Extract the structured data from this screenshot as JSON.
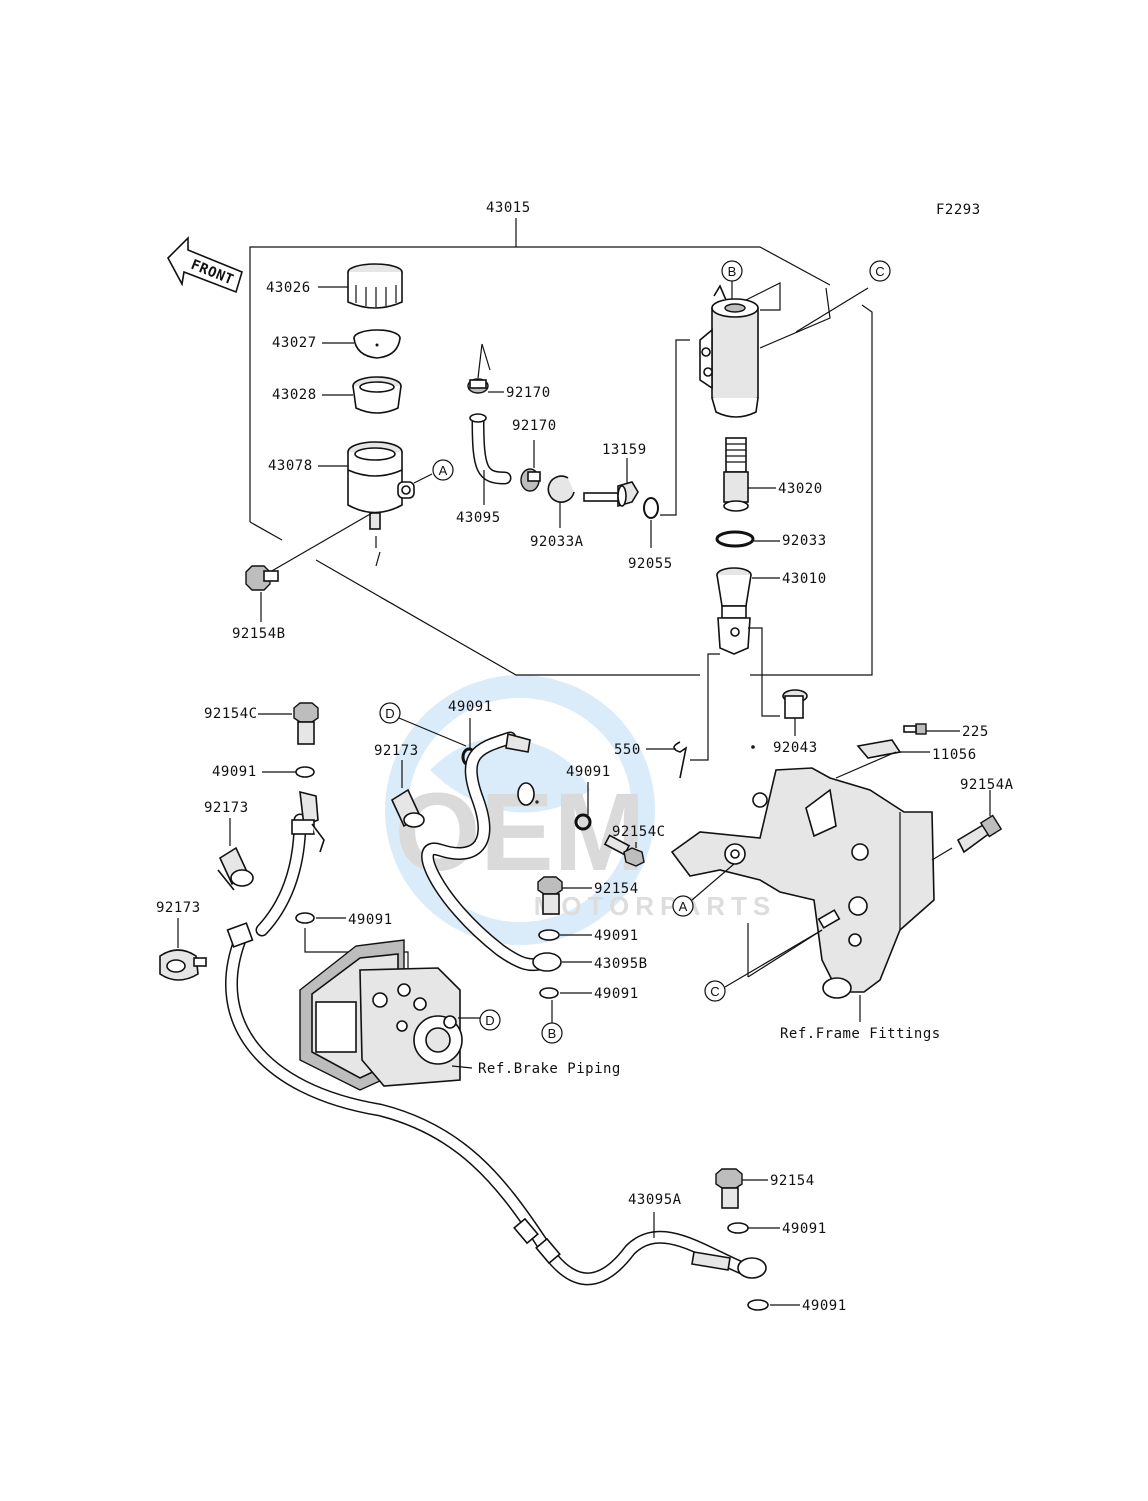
{
  "figure_code": "F2293",
  "front_arrow": "FRONT",
  "watermark": {
    "brand": "OEM",
    "sub": "MOTORPARTS"
  },
  "parts": {
    "p43015": "43015",
    "p43026": "43026",
    "p43027": "43027",
    "p43028": "43028",
    "p43078": "43078",
    "p92154B": "92154B",
    "p92170a": "92170",
    "p92170b": "92170",
    "p43095": "43095",
    "p92033A": "92033A",
    "p13159": "13159",
    "p92055": "92055",
    "p43020": "43020",
    "p92033": "92033",
    "p43010": "43010",
    "p92043": "92043",
    "p225": "225",
    "p11056": "11056",
    "p92154A": "92154A",
    "p550": "550",
    "p92154C_left": "92154C",
    "p49091_left1": "49091",
    "p92173_a": "92173",
    "p92173_b": "92173",
    "p92173_c": "92173",
    "p49091_left2": "49091",
    "p49091_mid1": "49091",
    "p49091_mid2": "49091",
    "p92154C_mid": "92154C",
    "p92154_mid": "92154",
    "p49091_mid3": "49091",
    "p43095B": "43095B",
    "p49091_mid4": "49091",
    "p92154_low": "92154",
    "p49091_low1": "49091",
    "p43095A": "43095A",
    "p49091_low2": "49091"
  },
  "refs": {
    "brake_piping": "Ref.Brake Piping",
    "frame_fittings": "Ref.Frame Fittings"
  },
  "callouts": {
    "A1": "A",
    "A2": "A",
    "B1": "B",
    "B2": "B",
    "C1": "C",
    "C2": "C",
    "D1": "D",
    "D2": "D"
  }
}
